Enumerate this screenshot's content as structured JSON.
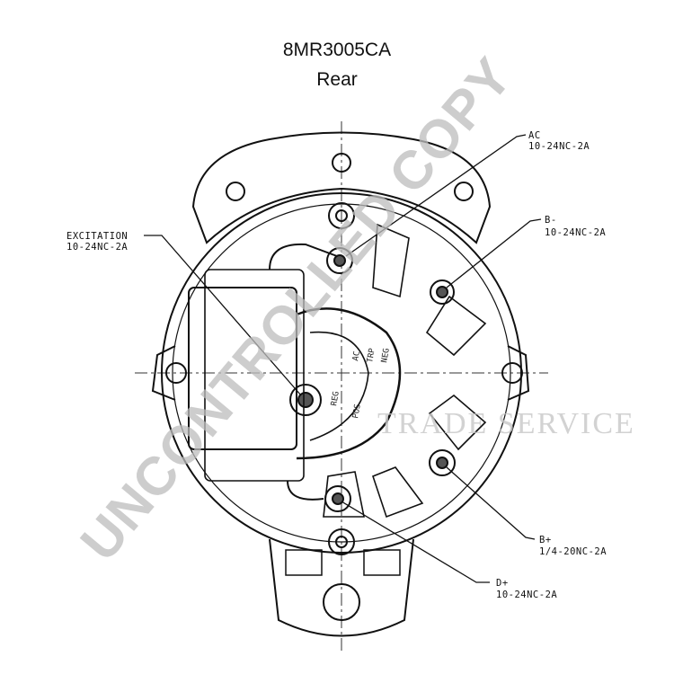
{
  "title": "8MR3005CA",
  "subtitle": "Rear",
  "callouts": {
    "ac": {
      "name": "AC",
      "spec": "10-24NC-2A"
    },
    "b_minus": {
      "name": "B-",
      "spec": "10-24NC-2A"
    },
    "excitation": {
      "name": "EXCITATION",
      "spec": "10-24NC-2A"
    },
    "b_plus": {
      "name": "B+",
      "spec": "1/4-20NC-2A"
    },
    "d_plus": {
      "name": "D+",
      "spec": "10-24NC-2A"
    }
  },
  "regulator_marks": [
    "AC",
    "TRP",
    "NEG",
    "REG",
    "POS"
  ],
  "watermark": "UNCONTROLLED COPY",
  "background_mark": "TRADE SERVICE"
}
